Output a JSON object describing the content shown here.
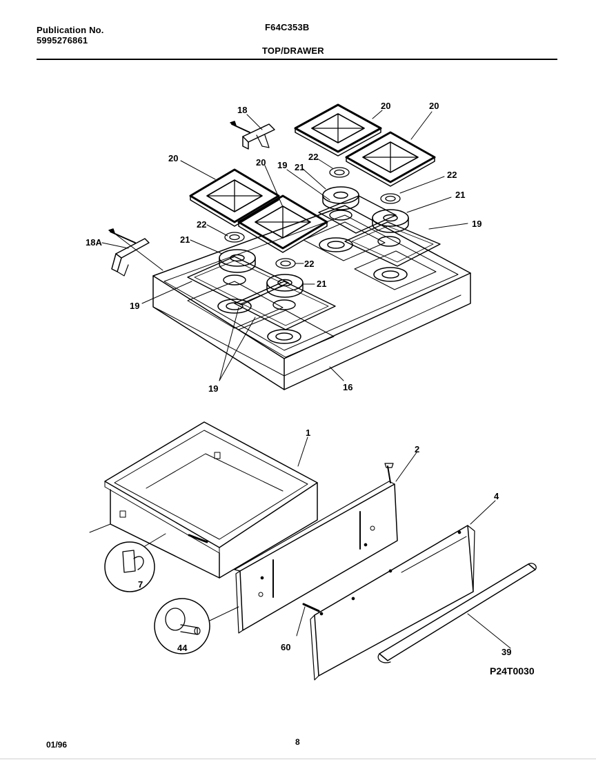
{
  "header": {
    "publication_label": "Publication No.",
    "publication_number": "5995276861",
    "model": "F64C353B",
    "section": "TOP/DRAWER"
  },
  "callouts": {
    "c18": "18",
    "c18a": "18A",
    "c20_top_left": "20",
    "c20_top_right": "20",
    "c20_left": "20",
    "c20_middle": "20",
    "c19_upper": "19",
    "c21_upper": "21",
    "c22_upper": "22",
    "c22_right": "22",
    "c21_right": "21",
    "c19_right": "19",
    "c22_left": "22",
    "c21_left": "21",
    "c22_middle": "22",
    "c21_middle": "21",
    "c19_left": "19",
    "c19_bottom": "19",
    "c16": "16",
    "c1": "1",
    "c2": "2",
    "c4": "4",
    "c7": "7",
    "c44": "44",
    "c60": "60",
    "c39": "39"
  },
  "footer": {
    "drawing_id": "P24T0030",
    "date": "01/96",
    "page": "8"
  }
}
